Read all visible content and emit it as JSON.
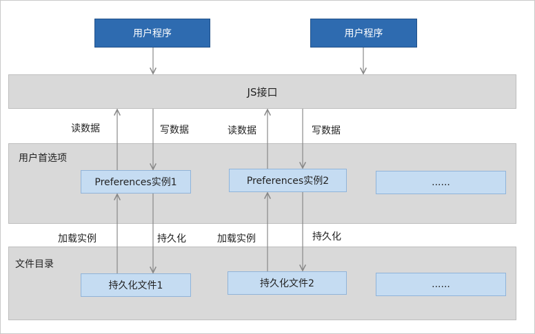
{
  "apps": [
    "用户程序",
    "用户程序"
  ],
  "js_layer": {
    "label": "JS接口"
  },
  "preferences_layer": {
    "title": "用户首选项",
    "nodes": [
      "Preferences实例1",
      "Preferences实例2",
      "......"
    ]
  },
  "file_layer": {
    "title": "文件目录",
    "nodes": [
      "持久化文件1",
      "持久化文件2",
      "......"
    ]
  },
  "edge_labels": {
    "read": "读数据",
    "write": "写数据",
    "load": "加载实例",
    "persist": "持久化"
  },
  "colors": {
    "app_fill": "#2e6bb0",
    "layer_fill": "#d9d9d9",
    "node_fill": "#c5dcf2",
    "arrow": "#888888"
  }
}
